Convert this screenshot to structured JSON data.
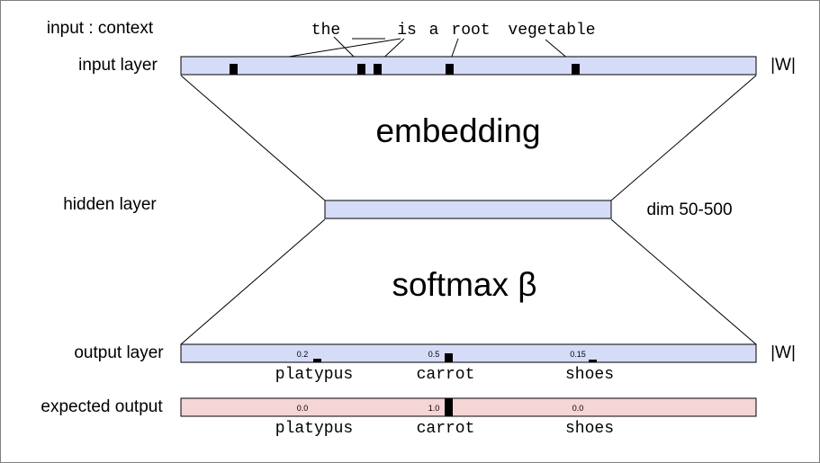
{
  "labels": {
    "input_context": "input : context",
    "input_layer": "input layer",
    "hidden_layer": "hidden layer",
    "output_layer": "output layer",
    "expected_output": "expected output",
    "vocab_size_input": "|W|",
    "vocab_size_output": "|W|",
    "hidden_dim": "dim 50-500",
    "embedding": "embedding",
    "softmax": "softmax β"
  },
  "sentence": {
    "w1": "the",
    "blank": "___",
    "w3": "is",
    "w4": "a",
    "w5": "root",
    "w6": "vegetable"
  },
  "output": {
    "items": [
      {
        "word": "platypus",
        "value": "0.2"
      },
      {
        "word": "carrot",
        "value": "0.5"
      },
      {
        "word": "shoes",
        "value": "0.15"
      }
    ]
  },
  "expected": {
    "items": [
      {
        "word": "platypus",
        "value": "0.0"
      },
      {
        "word": "carrot",
        "value": "1.0"
      },
      {
        "word": "shoes",
        "value": "0.0"
      }
    ]
  },
  "colors": {
    "layer_fill": "#d5dcf7",
    "expected_fill": "#f5d5d5",
    "stroke": "#000000",
    "frame": "#7f7f7f"
  }
}
